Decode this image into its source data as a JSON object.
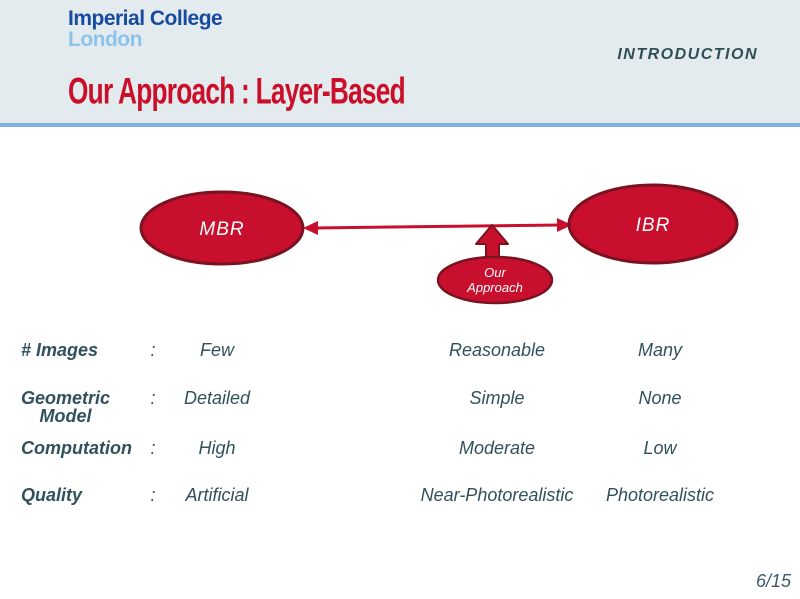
{
  "header": {
    "logo_line1": "Imperial College",
    "logo_line2": "London",
    "section_label": "INTRODUCTION",
    "title": "Our Approach : Layer-Based"
  },
  "diagram": {
    "left_node_label": "MBR",
    "right_node_label": "IBR",
    "center_node_label_line1": "Our",
    "center_node_label_line2": "Approach"
  },
  "table": {
    "colon": ":",
    "rows": [
      {
        "label": "# Images",
        "label_line2": "",
        "values": [
          "Few",
          "Reasonable",
          "Many"
        ]
      },
      {
        "label": "Geometric",
        "label_line2": "Model",
        "values": [
          "Detailed",
          "Simple",
          "None"
        ]
      },
      {
        "label": "Computation",
        "label_line2": "",
        "values": [
          "High",
          "Moderate",
          "Low"
        ]
      },
      {
        "label": "Quality",
        "label_line2": "",
        "values": [
          "Artificial",
          "Near-Photorealistic",
          "Photorealistic"
        ]
      }
    ]
  },
  "footer": {
    "page_number": "6/15"
  },
  "colors": {
    "accent_red": "#C8102E",
    "dark_red_border": "#7A1220",
    "logo_navy": "#164BA0",
    "logo_light_blue": "#8BC3EA",
    "header_background": "#E3EBEF",
    "separator_blue": "#7FB3DE",
    "body_text_slate": "#31515C"
  }
}
